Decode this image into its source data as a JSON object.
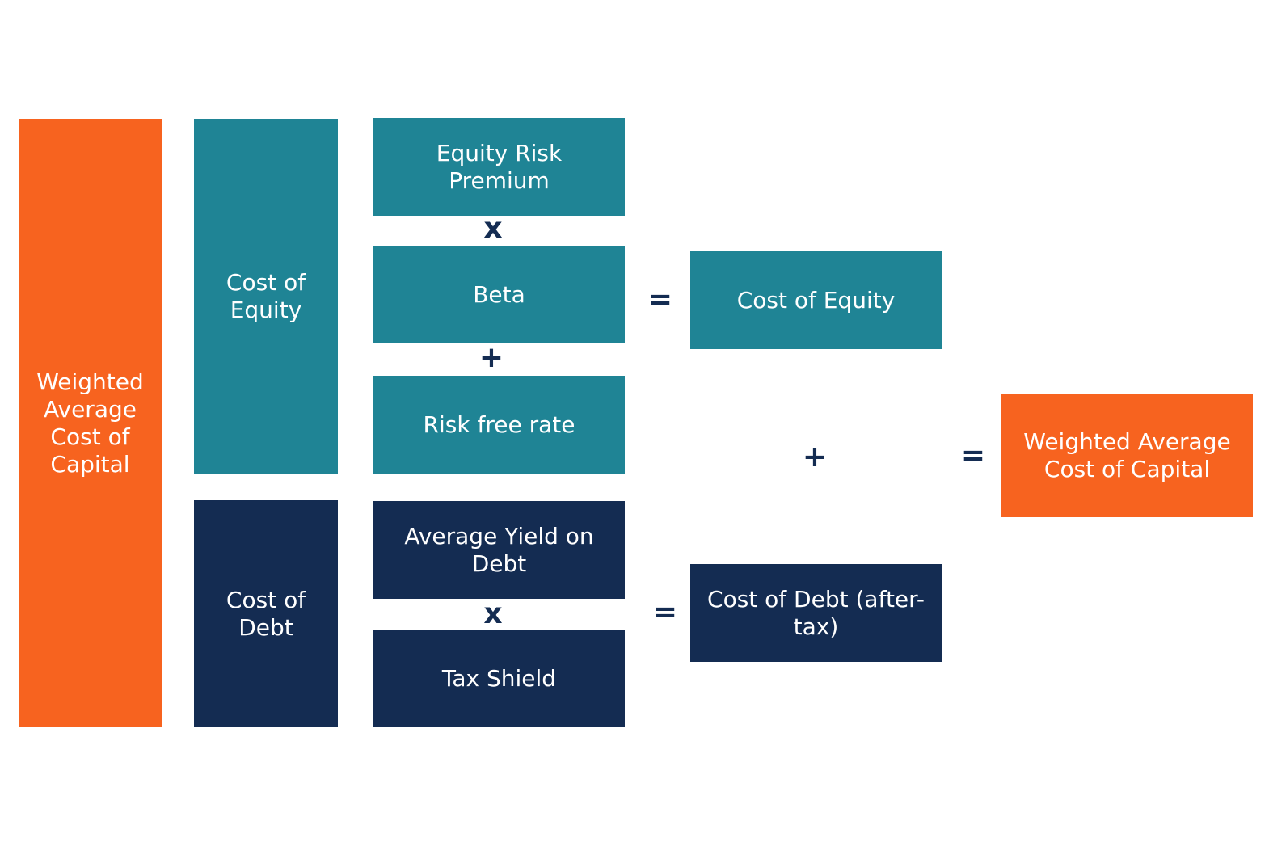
{
  "colors": {
    "orange": "#f7631f",
    "teal": "#1f8495",
    "navy": "#142c52",
    "operator": "#142c52"
  },
  "wacc_column": {
    "lines": [
      "Weighted",
      "Average",
      "Cost of",
      "Capital"
    ]
  },
  "cost_of_equity_column": {
    "lines": [
      "Cost of",
      "Equity"
    ]
  },
  "cost_of_debt_column": {
    "lines": [
      "Cost of",
      "Debt"
    ]
  },
  "equity_components": {
    "equity_risk_premium": "Equity Risk Premium",
    "beta": "Beta",
    "risk_free_rate": "Risk free rate"
  },
  "debt_components": {
    "average_yield_lines": [
      "Average Yield on",
      "Debt"
    ],
    "tax_shield": "Tax Shield"
  },
  "results": {
    "cost_of_equity": "Cost of Equity",
    "cost_of_debt_lines": [
      "Cost of Debt (after-",
      "tax)"
    ],
    "wacc_lines": [
      "Weighted Average",
      "Cost of Capital"
    ]
  },
  "operators": {
    "times_1": "x",
    "plus_1": "+",
    "times_2": "x",
    "equals_1": "=",
    "equals_2": "=",
    "plus_2": "+",
    "equals_3": "="
  }
}
